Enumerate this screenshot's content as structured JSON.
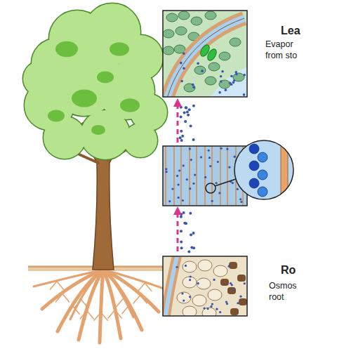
{
  "diagram": {
    "labels": [
      "Lea",
      "Evapor from sto",
      "Ro",
      "Osmos root"
    ]
  }
}
